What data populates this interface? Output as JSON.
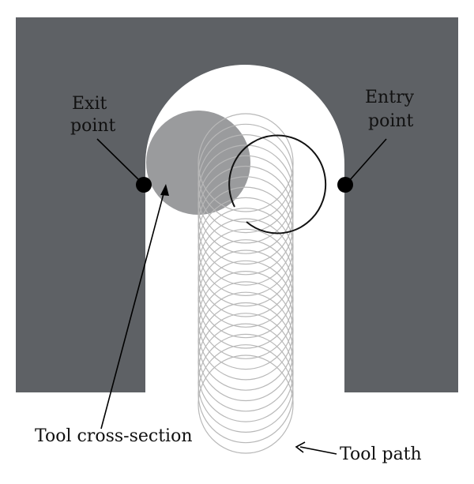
{
  "labels": {
    "exit": [
      "Exit",
      "point"
    ],
    "entry": [
      "Entry",
      "point"
    ],
    "cross_section": "Tool cross-section",
    "tool_path": "Tool path"
  },
  "colors": {
    "material": "#5e6165",
    "tool_cross_section": "#9a9b9d",
    "tool_path_trace": "#b8b8b8",
    "tool_path_current": "#111111",
    "point_marker": "#000000",
    "leader_line": "#000000"
  },
  "helix": {
    "loops": 24
  }
}
